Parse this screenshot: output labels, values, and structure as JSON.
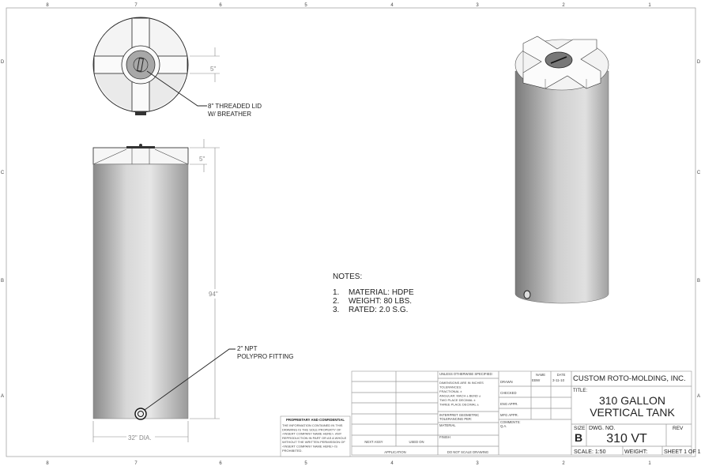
{
  "zones": {
    "columns": [
      "8",
      "7",
      "6",
      "5",
      "4",
      "3",
      "2",
      "1"
    ],
    "rows": [
      "D",
      "C",
      "B",
      "A"
    ]
  },
  "top_view": {
    "dim_arm": "5\"",
    "callout": [
      "8\" THREADED LID",
      "W/ BREATHER"
    ]
  },
  "front_view": {
    "dim_dome": "5\"",
    "dim_height": "94\"",
    "dim_diameter": "32\" DIA.",
    "callout": [
      "2\" NPT",
      "POLYPRO FITTING"
    ]
  },
  "notes": {
    "heading": "NOTES:",
    "items": [
      {
        "n": "1.",
        "text": "MATERIAL: HDPE"
      },
      {
        "n": "2.",
        "text": "WEIGHT: 80 LBS."
      },
      {
        "n": "3.",
        "text": "RATED: 2.0 S.G."
      }
    ]
  },
  "proprietary": {
    "heading": "PROPRIETARY AND CONFIDENTIAL",
    "lines": [
      "THE INFORMATION CONTAINED IN THIS",
      "DRAWING IS THE SOLE PROPERTY OF",
      "<INSERT COMPANY NAME HERE>.  ANY",
      "REPRODUCTION IN PART OR AS A WHOLE",
      "WITHOUT THE WRITTEN PERMISSION OF",
      "<INSERT COMPANY NAME HERE> IS",
      "PROHIBITED."
    ]
  },
  "title_block": {
    "next_assy": "NEXT ASSY",
    "used_on": "USED ON",
    "application": "APPLICATION",
    "unless": "UNLESS OTHERWISE SPECIFIED:",
    "tolerances": [
      "DIMENSIONS ARE IN INCHES",
      "TOLERANCES:",
      "FRACTIONAL ±",
      "ANGULAR: MACH ±   BEND ±",
      "TWO PLACE DECIMAL   ±",
      "THREE PLACE DECIMAL  ±"
    ],
    "interpret": [
      "INTERPRET GEOMETRIC",
      "TOLERANCING PER:"
    ],
    "material": "MATERIAL",
    "finish": "FINISH",
    "do_not_scale": "DO NOT SCALE DRAWING",
    "name_hdr": "NAME",
    "date_hdr": "DATE",
    "rows": [
      {
        "label": "DRAWN",
        "name": "EBW",
        "date": "3-11-10"
      },
      {
        "label": "CHECKED",
        "name": "",
        "date": ""
      },
      {
        "label": "ENG APPR.",
        "name": "",
        "date": ""
      },
      {
        "label": "MFG APPR.",
        "name": "",
        "date": ""
      },
      {
        "label": "Q.A.",
        "name": "",
        "date": ""
      }
    ],
    "comments": "COMMENTS:",
    "company": "CUSTOM ROTO-MOLDING, INC.",
    "title_label": "TITLE:",
    "title": [
      "310 GALLON",
      "VERTICAL TANK"
    ],
    "size_label": "SIZE",
    "size": "B",
    "dwg_no_label": "DWG.  NO.",
    "dwg_no": "310 VT",
    "rev_label": "REV",
    "scale": "SCALE: 1:50",
    "weight": "WEIGHT:",
    "sheet": "SHEET 1 OF 1"
  }
}
